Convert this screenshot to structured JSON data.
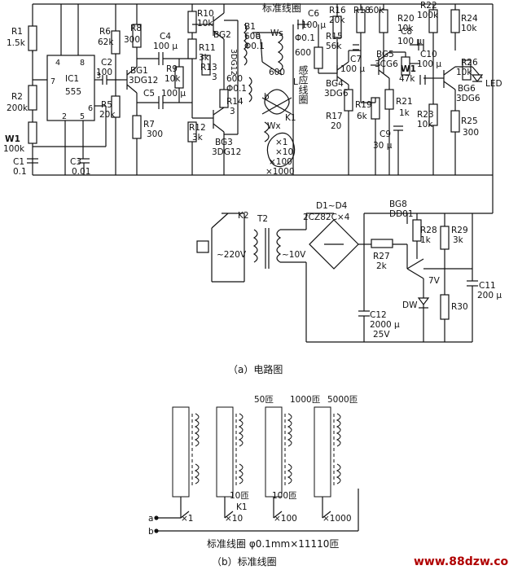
{
  "diagram": {
    "title_coil": "标准线圈",
    "caption_a": "（a）电路图",
    "caption_b": "（b）标准线圈",
    "watermark": "www.88dzw.com",
    "components": {
      "R1": "R1",
      "R1v": "1.5k",
      "R2": "R2",
      "R2v": "200k",
      "W1": "W1",
      "W1v": "100k",
      "C1": "C1",
      "C1v": "0.1",
      "IC1": "IC1",
      "IC1v": "555",
      "pin4": "4",
      "pin8": "8",
      "pin7": "7",
      "pin3": "3",
      "pin2": "2",
      "pin5": "5",
      "pin6": "6",
      "C3": "C3",
      "C3v": "0.01",
      "C2": "C2",
      "C2v": "100",
      "R6": "R6",
      "R6v": "62k",
      "R5": "R5",
      "R5v": "20k",
      "BG1": "BG1",
      "BG1v": "3DG12",
      "R8": "R8",
      "R8v": "300",
      "R7": "R7",
      "R7v": "300",
      "C4": "C4",
      "C4v": "100 μ",
      "R9": "R9",
      "R9v": "10k",
      "C5": "C5",
      "C5v": "100 μ",
      "R10": "R10",
      "R10v": "10k",
      "R11": "R11",
      "R11v": "3k",
      "R13": "R13",
      "R13v": "3",
      "R14": "R14",
      "R14v": "3",
      "R12": "R12",
      "R12v": "3k",
      "BG2": "BG2",
      "BG2v": "3DG12",
      "BG3": "BG3",
      "BG3v": "3DG12",
      "B1": "B1",
      "B1v": "600",
      "B1d": "Φ0.1",
      "B1s": "600",
      "B1s2": "Φ0.1",
      "Ws": "Ws",
      "Wx": "Wx",
      "a": "a",
      "b": "b",
      "L": "L",
      "K1": "K1",
      "C6": "C6",
      "C6v": "100 μ",
      "sense1": "Φ0.1",
      "sense2": "600",
      "sense_coil": "感应线圈",
      "x1": "×1",
      "x10": "×10",
      "x100": "×100",
      "x1000": "×1000",
      "R16": "R16",
      "R16v": "20k",
      "R15": "R15",
      "R15v": "56k",
      "C7": "C7",
      "C7v": "100 μ",
      "BG4": "BG4",
      "BG4v": "3DG6",
      "R17": "R17",
      "R17v": "20",
      "R18": "R18",
      "R18v": "60k",
      "R19": "R19",
      "R19v": "6k",
      "BG5": "BG5",
      "BG5v": "3CG6",
      "R20": "R20",
      "R20v": "10k",
      "R21": "R21",
      "R21v": "1k",
      "C9": "C9",
      "C9v": "30 μ",
      "C8": "C8",
      "C8v": "100 μ",
      "W1b": "W1",
      "W1bv": "47k",
      "R22": "R22",
      "R22v": "100k",
      "C10": "C10",
      "C10v": "100 μ",
      "R23": "R23",
      "R23v": "10k",
      "R24": "R24",
      "R24v": "10k",
      "R26": "R26",
      "R26v": "10k",
      "BG6": "BG6",
      "BG6v": "3DG6",
      "R25": "R25",
      "R25v": "300",
      "LED": "LED",
      "K2": "K2",
      "T2": "T2",
      "ac220": "~220V",
      "ac10": "~10V",
      "D1D4": "D1~D4",
      "D1D4v": "2CZ82C×4",
      "R27": "R27",
      "R27v": "2k",
      "C12": "C12",
      "C12v": "2000 μ",
      "C12v2": "25V",
      "BG8": "BG8",
      "BG8v": "DD01",
      "R28": "R28",
      "R28v": "1k",
      "v7": "7V",
      "DW": "DW",
      "R29": "R29",
      "R29v": "3k",
      "C11": "C11",
      "C11v": "200 μ",
      "R30": "R30"
    },
    "coil_b": {
      "t50": "50匝",
      "t1000": "1000匝",
      "t5000": "5000匝",
      "t10": "10匝",
      "t100": "100匝",
      "K1": "K1",
      "a": "a",
      "b": "b",
      "x1": "×1",
      "x10": "×10",
      "x100": "×100",
      "x1000": "×1000",
      "spec": "标准线圈  φ0.1mm×11110匝"
    }
  }
}
